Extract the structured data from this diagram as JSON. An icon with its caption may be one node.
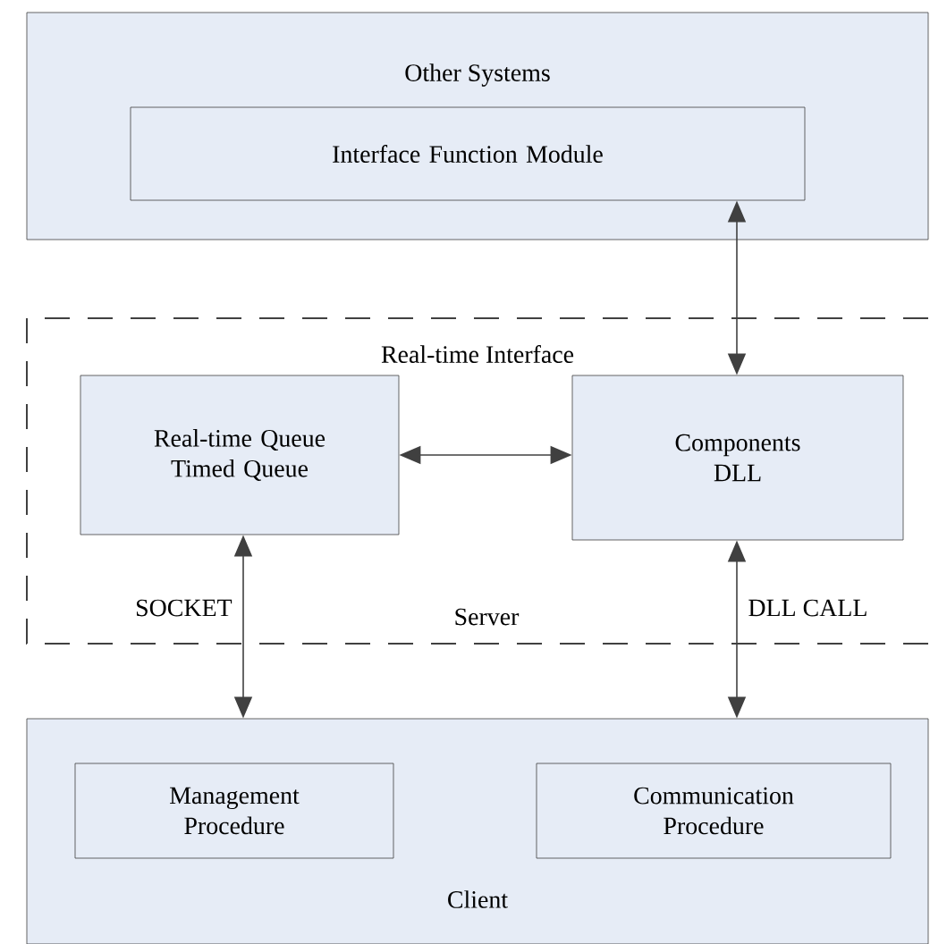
{
  "diagram": {
    "nodes": [
      {
        "text": [
          "Other Systems"
        ]
      },
      {
        "text": [
          "Interface Function Module"
        ],
        "in": 0
      },
      {
        "text": [
          "Real-time Interface",
          "Server"
        ]
      },
      {
        "text": [
          "Real-time Queue Timed Queue"
        ],
        "in": 2
      },
      {
        "text": [
          "Components DLL"
        ],
        "in": 2
      },
      {
        "text": [
          "Client"
        ]
      },
      {
        "text": [
          "Management Procedure"
        ],
        "in": 5
      },
      {
        "text": [
          "Communication Procedure"
        ],
        "in": 5
      }
    ],
    "edges": [
      {
        "from": 1,
        "to": 4,
        "arrow": "both"
      },
      {
        "from": 3,
        "to": 4,
        "arrow": "both"
      },
      {
        "from": 3,
        "to": 5,
        "arrow": "both",
        "label": "SOCKET"
      },
      {
        "from": 4,
        "to": 5,
        "arrow": "both",
        "label": "DLL CALL"
      }
    ]
  }
}
